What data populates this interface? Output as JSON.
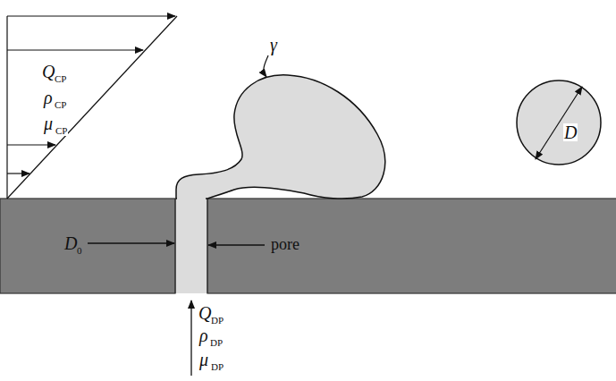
{
  "diagram": {
    "labels": [
      "Q",
      "CP",
      "ρ",
      "CP",
      "μ",
      "CP",
      "γ",
      "D",
      "D",
      "0",
      "pore",
      "Q",
      "DP",
      "ρ",
      "DP",
      "μ",
      "DP"
    ]
  }
}
